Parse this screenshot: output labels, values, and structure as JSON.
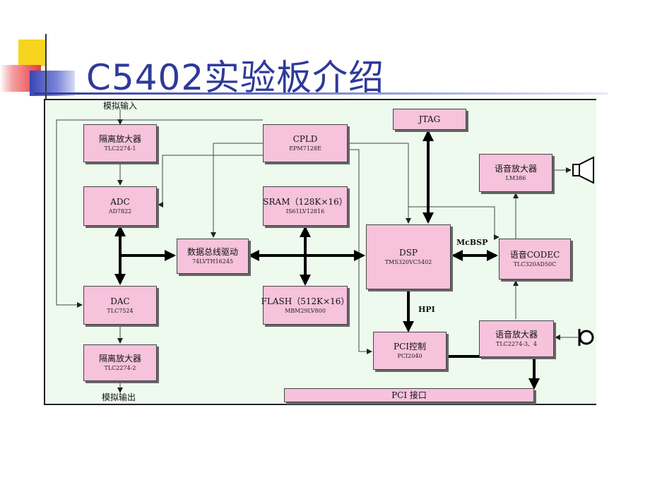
{
  "title": "C5402实验板介绍",
  "labels": {
    "analog_in": "模拟输入",
    "analog_out": "模拟输出",
    "mcbsp": "McBSP",
    "hpi": "HPI"
  },
  "blocks": {
    "iso_amp_1": {
      "title": "隔离放大器",
      "sub": "TLC2274-1"
    },
    "adc": {
      "title": "ADC",
      "sub": "AD7822"
    },
    "dac": {
      "title": "DAC",
      "sub": "TLC7524"
    },
    "iso_amp_2": {
      "title": "隔离放大器",
      "sub": "TLC2274-2"
    },
    "cpld": {
      "title": "CPLD",
      "sub": "EPM7128E"
    },
    "sram": {
      "title": "SRAM（128K×16）",
      "sub": "IS61LV12816"
    },
    "bus_driver": {
      "title": "数据总线驱动",
      "sub": "74LVTH16245"
    },
    "flash": {
      "title": "FLASH（512K×16）",
      "sub": "MBM29LV800"
    },
    "jtag": {
      "title": "JTAG",
      "sub": ""
    },
    "dsp": {
      "title": "DSP",
      "sub": "TMS320VC5402"
    },
    "pci_ctrl": {
      "title": "PCI控制",
      "sub": "PCI2040"
    },
    "pci_port": {
      "title": "PCI 接口",
      "sub": ""
    },
    "audio_amp_out": {
      "title": "语音放大器",
      "sub": "LM386"
    },
    "codec": {
      "title": "语音CODEC",
      "sub": "TLC320AD50C"
    },
    "audio_amp_in": {
      "title": "语音放大器",
      "sub": "TLC2274-3、4"
    }
  },
  "colors": {
    "title": "#2e3a9a",
    "block_fill": "#f6c2dc",
    "panel_fill": "#eefaee",
    "deco_yellow": "#f7d51f",
    "deco_red": "#e8383d",
    "deco_blue": "#3a46b4"
  }
}
